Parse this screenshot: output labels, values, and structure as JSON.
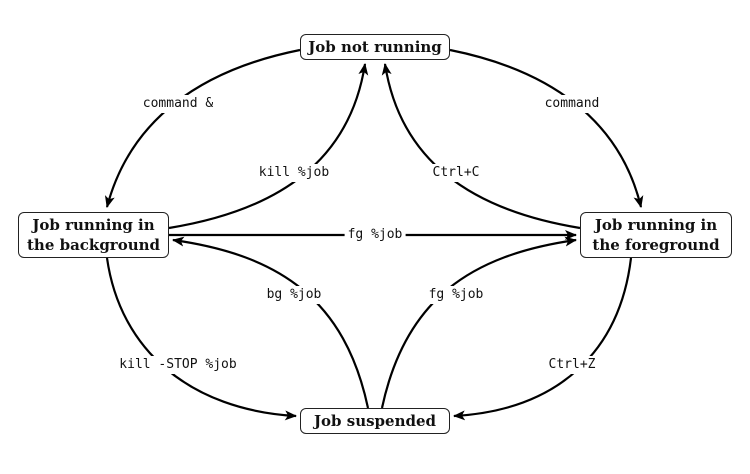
{
  "states": {
    "not_running": "Job not running",
    "background": "Job running in\nthe background",
    "foreground": "Job running in\nthe foreground",
    "suspended": "Job suspended"
  },
  "transitions": {
    "not_running_to_background": "command &",
    "not_running_to_foreground": "command",
    "background_to_not_running": "kill %job",
    "foreground_to_not_running": "Ctrl+C",
    "background_to_foreground": "fg %job",
    "suspended_to_background": "bg %job",
    "suspended_to_foreground": "fg %job",
    "background_to_suspended": "kill -STOP %job",
    "foreground_to_suspended": "Ctrl+Z"
  }
}
